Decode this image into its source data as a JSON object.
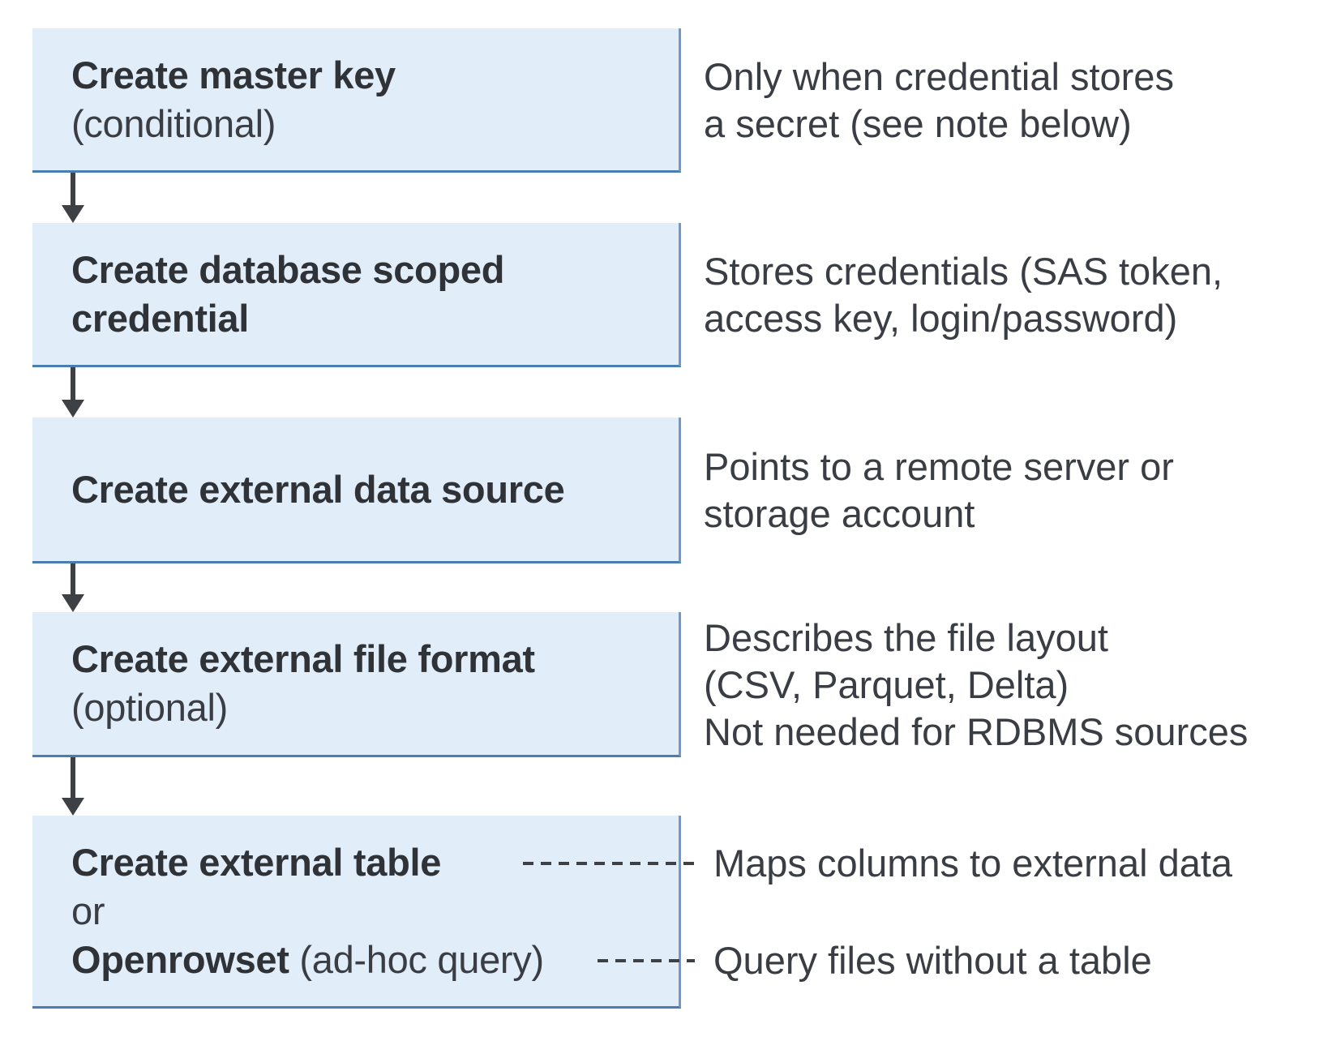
{
  "steps": [
    {
      "label": "Create master key",
      "qualifier": "(conditional)",
      "note_lines": [
        "Only when credential stores",
        "a secret (see note below)"
      ]
    },
    {
      "label": "Create database scoped credential",
      "note_lines": [
        "Stores credentials (SAS token,",
        "access key, login/password)"
      ]
    },
    {
      "label": "Create external data source",
      "note_lines": [
        "Points to a remote server or",
        "storage account"
      ]
    },
    {
      "label": "Create external file format",
      "qualifier": "(optional)",
      "note_lines": [
        "Describes the file layout",
        "(CSV, Parquet, Delta)",
        "Not needed for RDBMS sources"
      ]
    },
    {
      "label": "Create external table",
      "conjunction": "or",
      "alt_label": "Openrowset",
      "alt_qualifier": "(ad-hoc query)",
      "note_table": "Maps columns to external data",
      "note_openrowset": "Query files without a table"
    }
  ],
  "colors": {
    "box_fill": "#e2edfa",
    "box_border_bottom": "#4c7db0",
    "box_border_right": "#6f99c6",
    "title_text": "#2f3337",
    "note_text": "#3a3e44",
    "connector": "#3d4045"
  }
}
